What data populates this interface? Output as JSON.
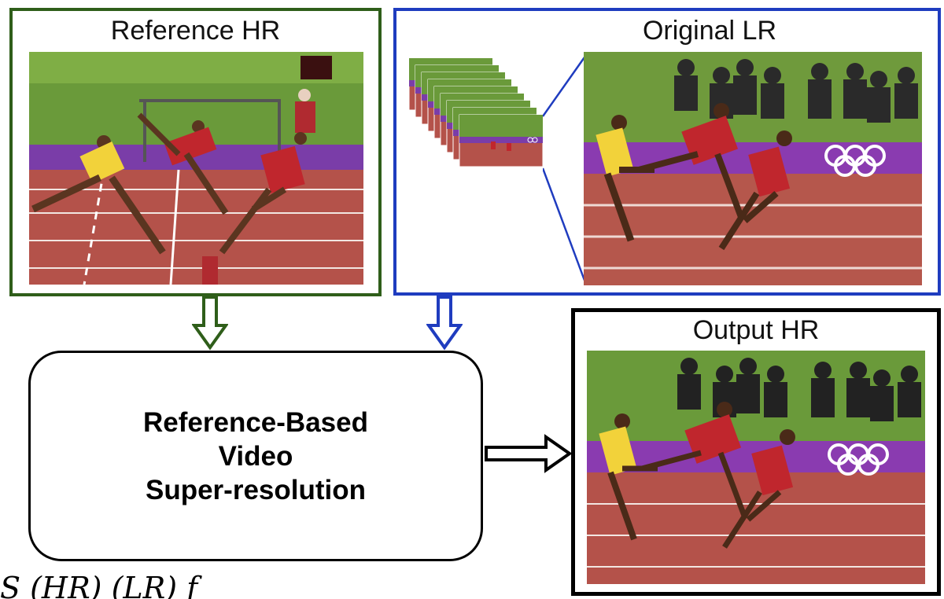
{
  "diagram": {
    "reference_panel": {
      "title": "Reference HR",
      "image": "sprint-finish-reference-photo",
      "border_color": "#2f5e1a"
    },
    "original_panel": {
      "title": "Original LR",
      "image": "sprint-race-low-resolution-frames",
      "frame_stack": "stacked-video-frames-icon",
      "border_color": "#1f3cbf"
    },
    "process": {
      "label": "Reference-Based\nVideo\nSuper-resolution"
    },
    "output_panel": {
      "title": "Output HR",
      "image": "sprint-race-super-resolved-photo",
      "border_color": "#000000"
    },
    "caption": "S                               (HR)                               (LR) f"
  }
}
